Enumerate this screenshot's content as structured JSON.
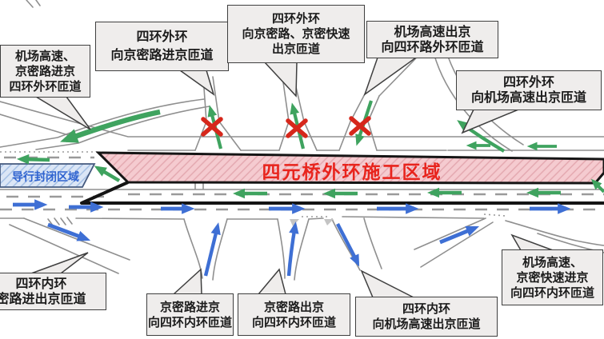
{
  "banners": {
    "construction_zone": "四元桥外环施工区域",
    "diversion_closed": "导行封闭区域"
  },
  "callouts": {
    "nw": {
      "lines": [
        "机场高速、",
        "京密路进京",
        "四环外环匝道"
      ]
    },
    "n1": {
      "lines": [
        "四环外环",
        "向京密路进京匝道"
      ]
    },
    "n2": {
      "lines": [
        "四环外环",
        "向京密路、京密快速",
        "出京匝道"
      ]
    },
    "n3": {
      "lines": [
        "机场高速出京",
        "向四环路外环匝道"
      ]
    },
    "ne": {
      "lines": [
        "四环外环",
        "向机场高速出京匝道"
      ]
    },
    "sw": {
      "lines": [
        "四环内环",
        "密路进出京匝道"
      ]
    },
    "s1": {
      "lines": [
        "京密路进京",
        "向四环内环匝道"
      ]
    },
    "s2": {
      "lines": [
        "京密路出京",
        "向四环内环匝道"
      ]
    },
    "s3": {
      "lines": [
        "四环内环",
        "向机场高速出京匝道"
      ]
    },
    "se": {
      "lines": [
        "机场高速、",
        "京密快速进京",
        "向四环内环匝道"
      ]
    }
  },
  "icons": {
    "closed_ramp_marker": "red-x",
    "flow_westbound": "green-arrow",
    "flow_eastbound": "blue-arrow"
  },
  "colors": {
    "construction-fill": "#f5cbd0",
    "construction-hatch": "#e3a6ae",
    "construction-text": "#e8241d",
    "closed-fill": "#dbe6f6",
    "closed-hatch": "#9fbce4",
    "closed-border": "#44597e",
    "closed-text": "#2f63d0",
    "green": "#3fa35f",
    "blue": "#3e6fd4",
    "red-x": "#d6271b",
    "road": "#8f8f8f",
    "divider": "#141414",
    "callout-fill": "#efedec",
    "callout-border": "#3f3f3f",
    "callout-text": "#1c1c1c"
  }
}
